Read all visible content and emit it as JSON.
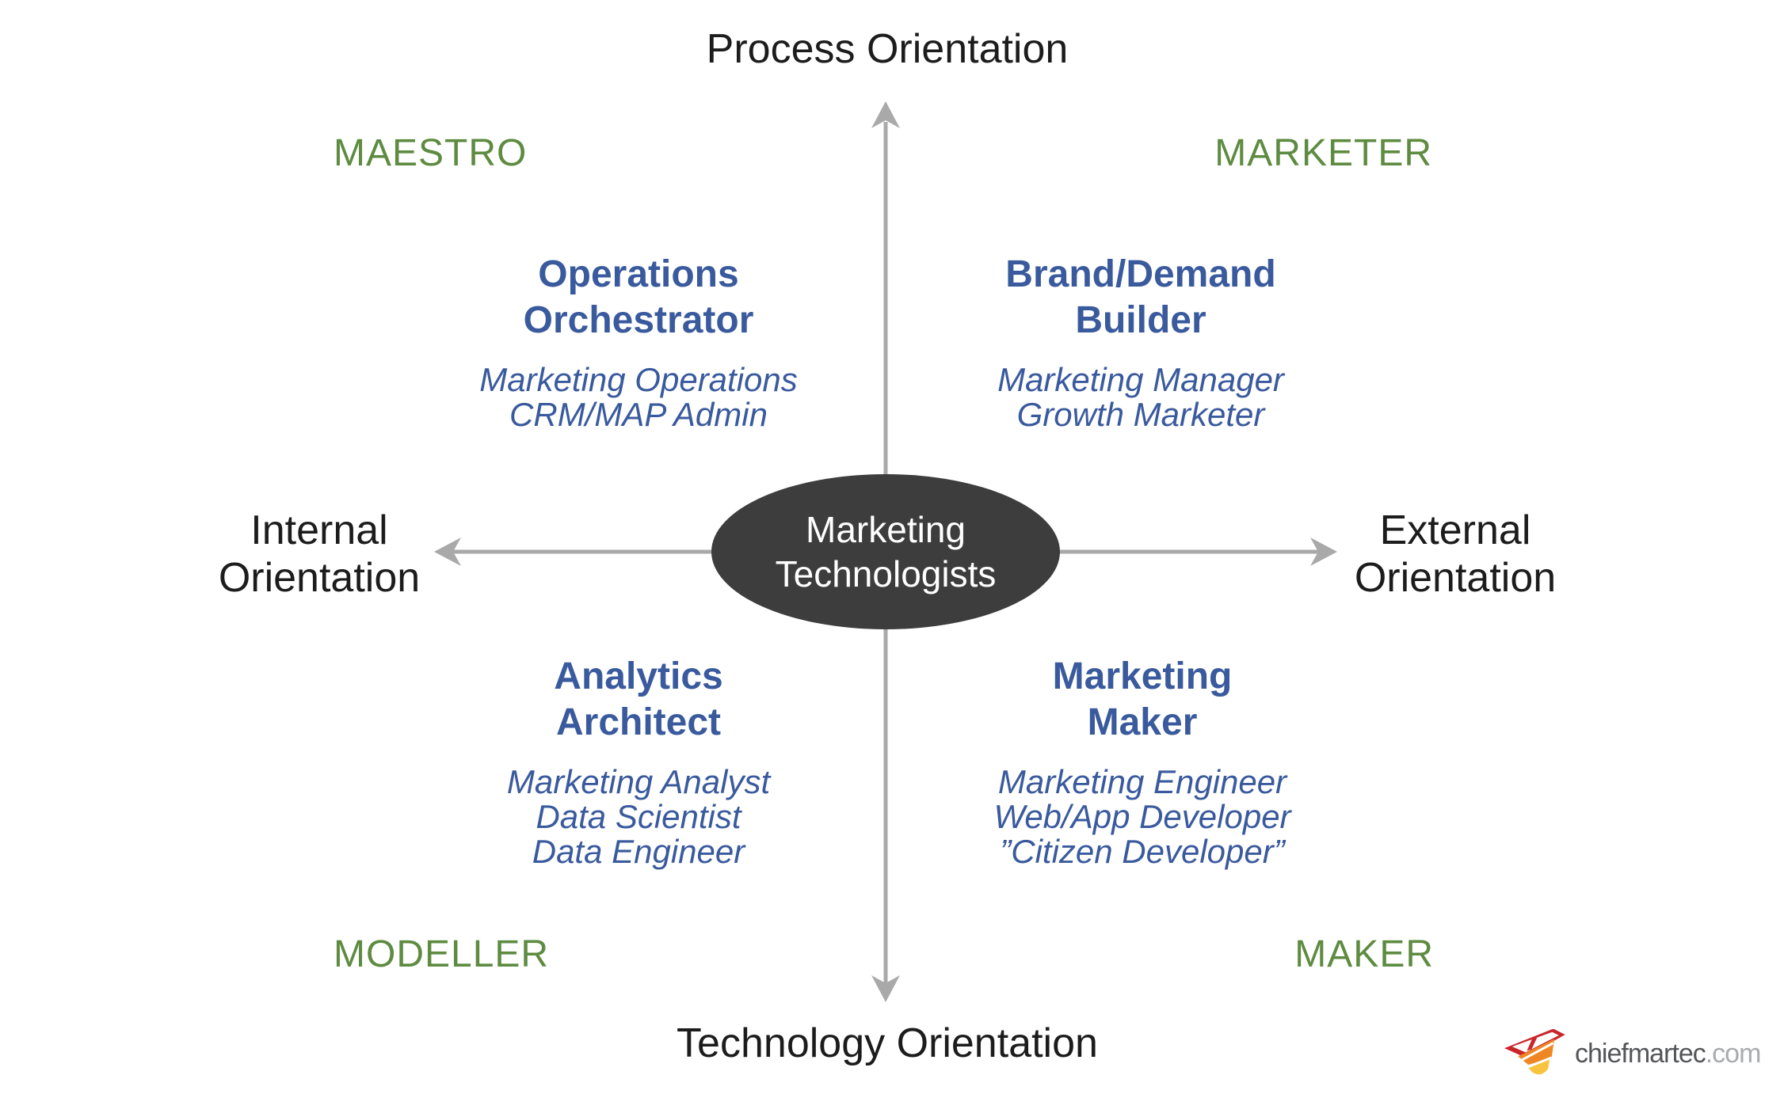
{
  "diagram": {
    "axis_labels": {
      "top": "Process Orientation",
      "bottom": "Technology Orientation",
      "left": [
        "Internal",
        "Orientation"
      ],
      "right": [
        "External",
        "Orientation"
      ]
    },
    "center_ellipse": {
      "lines": [
        "Marketing",
        "Technologists"
      ]
    },
    "quadrants": {
      "top_left": {
        "archetype": "MAESTRO",
        "title_lines": [
          "Operations",
          "Orchestrator"
        ],
        "roles": [
          "Marketing Operations",
          "CRM/MAP Admin"
        ]
      },
      "top_right": {
        "archetype": "MARKETER",
        "title_lines": [
          "Brand/Demand",
          "Builder"
        ],
        "roles": [
          "Marketing Manager",
          "Growth Marketer"
        ]
      },
      "bottom_left": {
        "archetype": "MODELLER",
        "title_lines": [
          "Analytics",
          "Architect"
        ],
        "roles": [
          "Marketing Analyst",
          "Data Scientist",
          "Data Engineer"
        ]
      },
      "bottom_right": {
        "archetype": "MAKER",
        "title_lines": [
          "Marketing",
          "Maker"
        ],
        "roles": [
          "Marketing Engineer",
          "Web/App Developer",
          "”Citizen Developer”"
        ]
      }
    },
    "logo": {
      "brand": "chiefmartec",
      "suffix": ".com"
    },
    "colors": {
      "quadrant_title_blue": "#3a5a9e",
      "archetype_green": "#5d8b40",
      "axis_arrow_gray": "#a9a9a9",
      "ellipse_fill": "#3d3d3d",
      "axis_text_black": "#1c1c1c",
      "logo_red": "#c9252b",
      "logo_orange": "#ee8723",
      "logo_yellow": "#f7c440"
    }
  }
}
